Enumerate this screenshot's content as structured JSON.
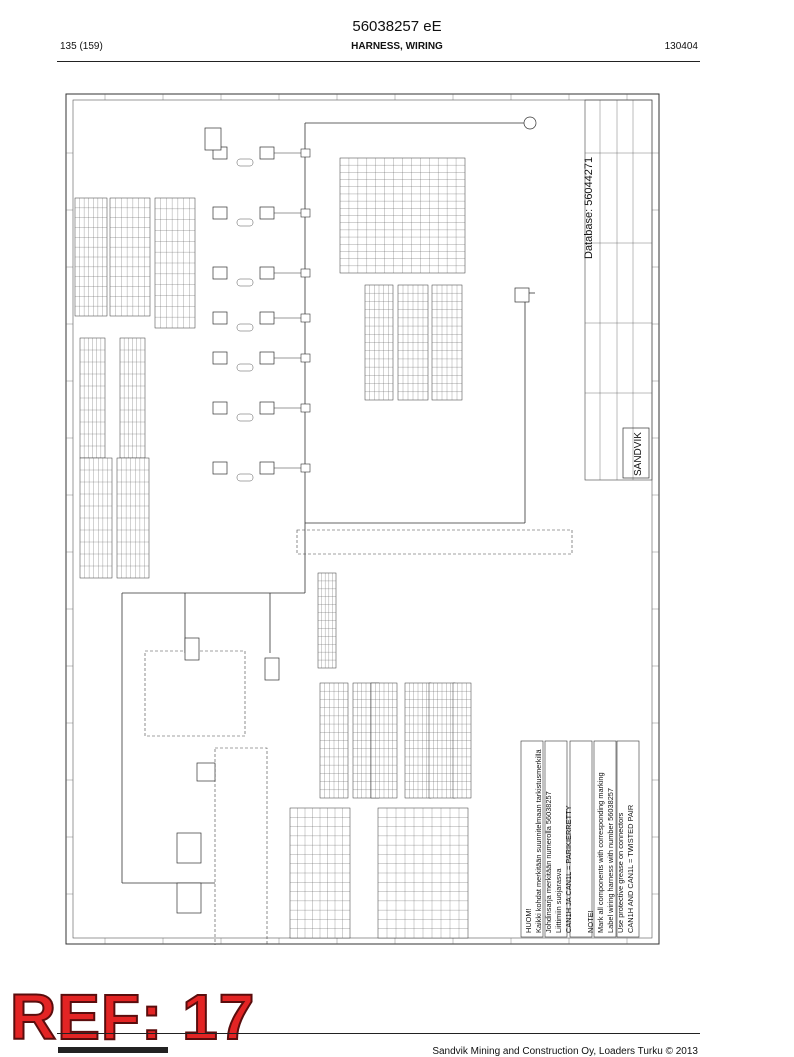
{
  "header": {
    "doc_number": "56038257 eE",
    "page": "135 (159)",
    "title": "HARNESS, WIRING",
    "date": "130404"
  },
  "drawing": {
    "database": "Database: 56044271",
    "brand": "SANDVIK",
    "notes_fi": {
      "heading": "HUOM!",
      "lines": [
        "Kaikki kohdat merkitään suunnitelmaan tarkistusmerkillä",
        "Johdinsarja merkitään numerolla 56038257",
        "Liittimiin suojarasva",
        "CAN1H JA CAN1L = PARIKIERRETTY"
      ]
    },
    "notes_en": {
      "heading": "NOTE!",
      "lines": [
        "Mark all components with corresponding marking",
        "Label wiring harness with number 56038257",
        "Use protective grease on connectors",
        "CAN1H AND CAN1L = TWISTED PAIR"
      ]
    }
  },
  "stamp": {
    "label": "REF: 17"
  },
  "footer": {
    "text": "Sandvik Mining and Construction Oy, Loaders Turku © 2013"
  }
}
